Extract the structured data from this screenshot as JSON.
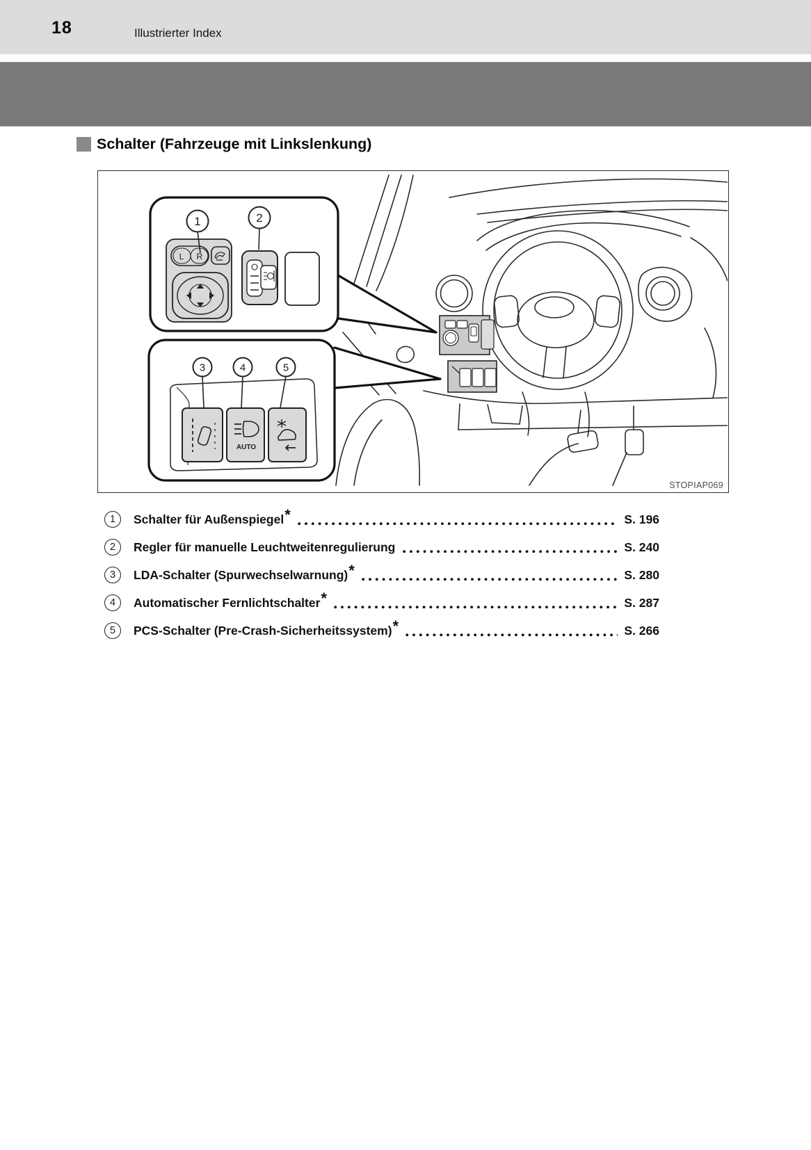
{
  "header": {
    "page_number": "18",
    "title": "Illustrierter Index"
  },
  "section": {
    "heading": "Schalter (Fahrzeuge mit Linkslenkung)"
  },
  "figure": {
    "code": "STOPIAP069",
    "callouts": [
      "1",
      "2",
      "3",
      "4",
      "5"
    ],
    "mirror_left_label": "L",
    "mirror_right_label": "R",
    "auto_label": "AUTO"
  },
  "index_items": [
    {
      "num": "1",
      "label": "Schalter für Außenspiegel",
      "asterisk": "*",
      "page": "S. 196"
    },
    {
      "num": "2",
      "label": "Regler für manuelle Leuchtweitenregulierung",
      "asterisk": "",
      "page": "S. 240"
    },
    {
      "num": "3",
      "label": "LDA-Schalter (Spurwechselwarnung)",
      "asterisk": "*",
      "page": "S. 280"
    },
    {
      "num": "4",
      "label": "Automatischer Fernlichtschalter",
      "asterisk": "*",
      "page": "S. 287"
    },
    {
      "num": "5",
      "label": "PCS-Schalter (Pre-Crash-Sicherheitssystem)",
      "asterisk": "*",
      "page": "S. 266"
    }
  ],
  "colors": {
    "header_bar": "#dcdcdc",
    "title_band": "#797979",
    "bullet_square": "#8a8a8a",
    "switch_panel_fill": "#d9d9d9",
    "highlight_panel_fill": "#cbcbcb",
    "line_art": "#2b2b2b"
  }
}
